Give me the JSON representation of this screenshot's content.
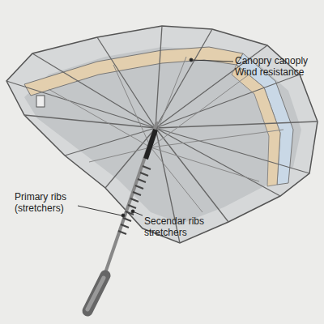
{
  "diagram": {
    "labels": [
      "Canopry canoply Wind resistance",
      "Primary ribs (stretchers)",
      "Secendar ribs stretchers"
    ]
  }
}
